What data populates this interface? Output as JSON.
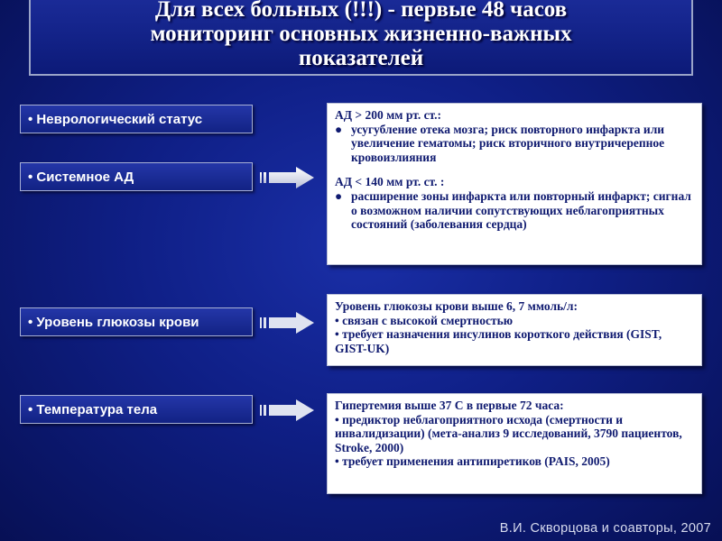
{
  "title": "Для всех больных (!!!)  - первые 48 часов\nмониторинг основных жизненно-важных\nпоказателей",
  "left_items": [
    "• Неврологический статус",
    "• Системное АД",
    "• Уровень глюкозы крови",
    "• Температура тела"
  ],
  "bp_box": {
    "high_heading": "АД > 200 мм рт. ст.:",
    "high_item": "усугубление отека мозга; риск повторного инфаркта или увеличение гематомы; риск вторичного внутричерепное кровоизлияния",
    "low_heading": "АД < 140 мм рт. ст. :",
    "low_item": "расширение зоны инфаркта или повторный инфаркт; сигнал о возможном наличии сопутствующих неблагоприятных состояний (заболевания сердца)",
    "bullet": "●"
  },
  "glucose_box": {
    "heading": "Уровень глюкозы крови выше 6, 7 ммоль/л:",
    "item1": "• связан с высокой смертностью",
    "item2": "•  требует назначения инсулинов короткого действия (GIST, GIST-UK)"
  },
  "temp_box": {
    "heading": "Гипертемия выше 37 С в первые 72 часа:",
    "item1": "• предиктор неблагоприятного исхода (смертности и инвалидизации) (мета-анализ 9 исследований, 3790 пациентов, Stroke, 2000)",
    "item2": "• требует применения антипиретиков (PAIS, 2005)"
  },
  "credit": "В.И. Скворцова и соавторы, 2007",
  "colors": {
    "background": "#0f1f86",
    "box_text": "#0f1a70",
    "white": "#ffffff"
  }
}
